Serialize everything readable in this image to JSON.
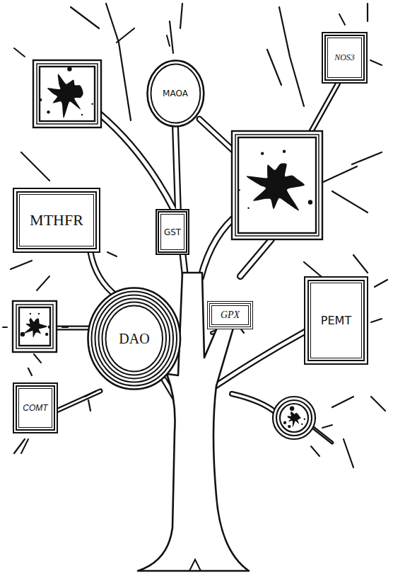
{
  "diagram": {
    "nodes": [
      {
        "text": [
          "NOS3"
        ]
      },
      {
        "text": [
          "MAOA"
        ]
      },
      {
        "text": [
          "MTHFR"
        ]
      },
      {
        "text": [
          "GST"
        ]
      },
      {
        "text": [
          "PEMT"
        ]
      },
      {
        "text": [
          "DAO"
        ]
      },
      {
        "text": [
          "GPX"
        ]
      },
      {
        "text": [
          "COMT"
        ]
      }
    ]
  }
}
